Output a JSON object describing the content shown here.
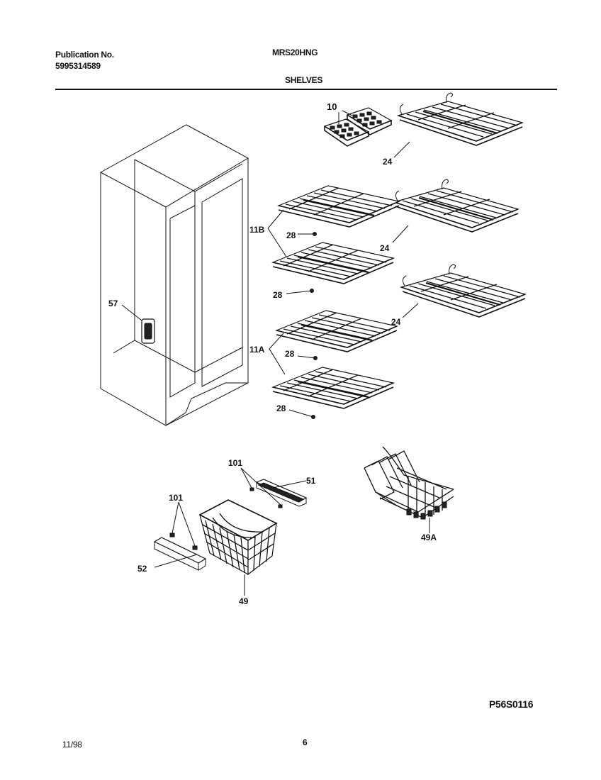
{
  "header": {
    "publication_label": "Publication No.",
    "publication_number": "5995314589",
    "model": "MRS20HNG",
    "section": "SHELVES"
  },
  "footer": {
    "date": "11/98",
    "page": "6",
    "diagram_code": "P56S0116"
  },
  "callouts": {
    "ice_trays": "10",
    "shelf_top": "24",
    "shelf_mid": "24",
    "shelf_low": "24",
    "group_b": "11B",
    "group_a": "11A",
    "rod_1": "28",
    "rod_2": "28",
    "rod_3": "28",
    "rod_4": "28",
    "handle": "57",
    "screws_right": "101",
    "screws_left": "101",
    "rail_right": "51",
    "rail_left": "52",
    "basket": "49",
    "wire_shelf": "49A"
  }
}
